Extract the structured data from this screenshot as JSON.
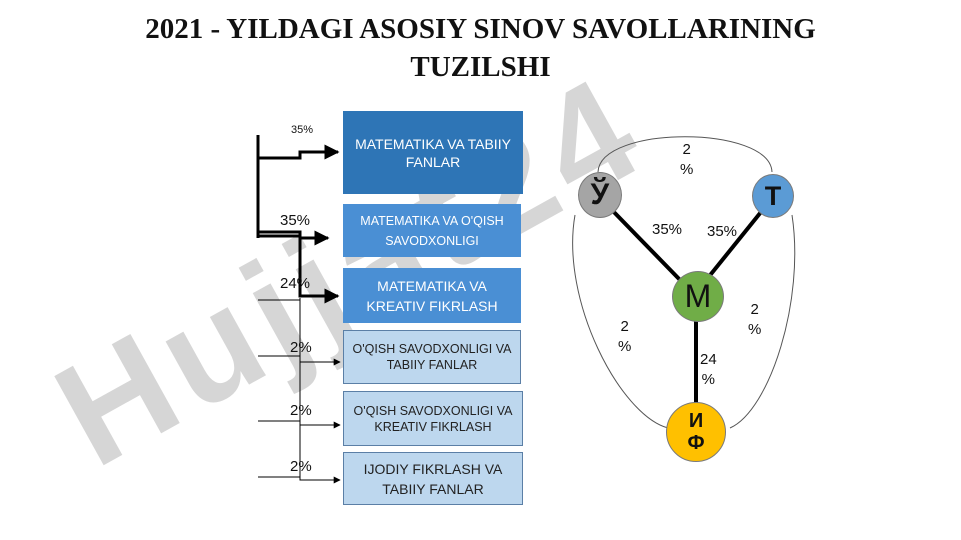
{
  "title": {
    "line1": "2021 - YILDAGI ASOSIY  SINOV SAVOLLARINING",
    "line2": "TUZILSHI"
  },
  "left_tree": {
    "percents": [
      "35%",
      "35%",
      "24%",
      "2%",
      "2%",
      "2%"
    ],
    "boxes": [
      "MATEMATIKA VA TABIIY FANLAR",
      "MATEMATIKA VA O'QISH SAVODXONLIGI",
      "MATEMATIKA VA KREATIV FIKRLASH",
      "O'QISH SAVODXONLIGI VA TABIIY FANLAR",
      "O'QISH SAVODXONLIGI VA KREATIV FIKRLASH",
      "IJODIY FIKRLASH VA TABIIY FANLAR"
    ]
  },
  "network": {
    "nodes": {
      "top_left": "Ў",
      "top_right": "T",
      "center": "M",
      "bottom_line1": "И",
      "bottom_line2": "Ф"
    },
    "labels": {
      "top_arc": [
        "2",
        "%"
      ],
      "left_edge": "35%",
      "right_edge": "35%",
      "left_arc": [
        "2",
        "%"
      ],
      "right_arc": [
        "2",
        "%"
      ],
      "bottom_edge": [
        "24",
        "%"
      ]
    },
    "colors": {
      "top_left": "#a5a5a5",
      "top_right": "#5b9bd5",
      "center": "#70ad47",
      "bottom": "#ffc000"
    }
  },
  "watermark": {
    "text": "Hujjat24"
  }
}
